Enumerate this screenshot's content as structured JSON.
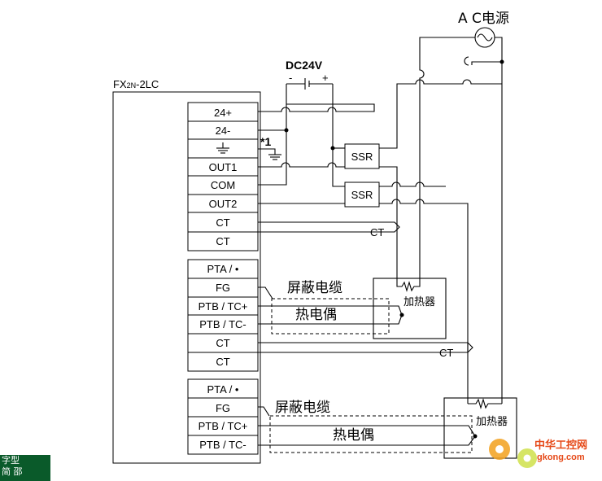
{
  "title": "FX2N-2LC",
  "title_main": "FX",
  "title_sub": "2N",
  "title_tail": "-2LC",
  "power": {
    "label": "DC24V",
    "minus": "-",
    "plus": "+"
  },
  "ac_source": "A C电源",
  "terminals_group1": [
    "24+",
    "24-",
    "⏚",
    "OUT1",
    "COM",
    "OUT2",
    "CT",
    "CT"
  ],
  "terminals_group2": [
    "PTA / •",
    "FG",
    "PTB / TC+",
    "PTB / TC-",
    "CT",
    "CT"
  ],
  "terminals_group3": [
    "PTA / •",
    "FG",
    "PTB / TC+",
    "PTB / TC-"
  ],
  "note": "*1",
  "ssr1": "SSR",
  "ssr2": "SSR",
  "ct_label_1": "CT",
  "ct_label_2": "CT",
  "shield_cable_1": "屏蔽电缆",
  "thermocouple_1": "热电偶",
  "heater_1": "加热器",
  "shield_cable_2": "屏蔽电缆",
  "thermocouple_2": "热电偶",
  "heater_2": "加热器",
  "watermark": {
    "main": "中华工控网",
    "url": "gkong.com"
  },
  "ime_bar": {
    "line1": "字型",
    "line2": "简 邵"
  }
}
